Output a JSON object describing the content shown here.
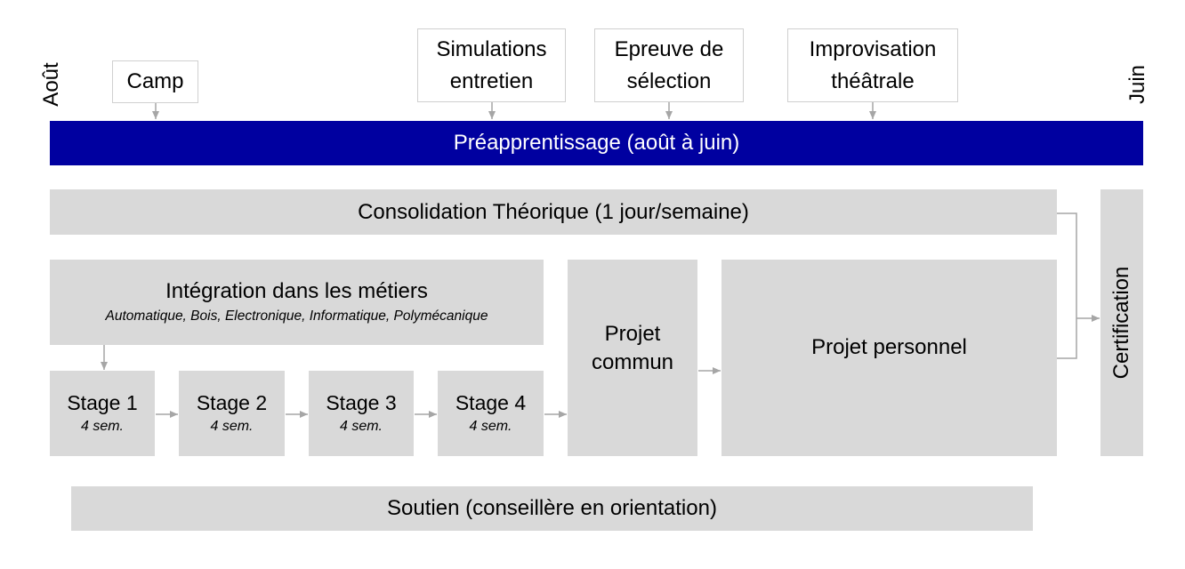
{
  "timeline": {
    "start_label": "Août",
    "end_label": "Juin",
    "bar_label": "Préapprentissage (août à juin)",
    "bar_color": "#0000a0"
  },
  "callouts": {
    "camp": "Camp",
    "simulations": [
      "Simulations",
      "entretien"
    ],
    "epreuve": [
      "Epreuve de",
      "sélection"
    ],
    "improvisation": [
      "Improvisation",
      "théâtrale"
    ]
  },
  "consolidation": "Consolidation Théorique (1 jour/semaine)",
  "integration": {
    "title": "Intégration dans les métiers",
    "subtitle": "Automatique, Bois, Electronique, Informatique, Polymécanique"
  },
  "stages": [
    {
      "title": "Stage 1",
      "duration": "4 sem."
    },
    {
      "title": "Stage 2",
      "duration": "4 sem."
    },
    {
      "title": "Stage 3",
      "duration": "4 sem."
    },
    {
      "title": "Stage 4",
      "duration": "4 sem."
    }
  ],
  "projet_commun": [
    "Projet",
    "commun"
  ],
  "projet_personnel": "Projet personnel",
  "certification": "Certification",
  "soutien": "Soutien (conseillère en orientation)",
  "colors": {
    "box_fill": "#d9d9d9",
    "arrow": "#a6a6a6"
  }
}
